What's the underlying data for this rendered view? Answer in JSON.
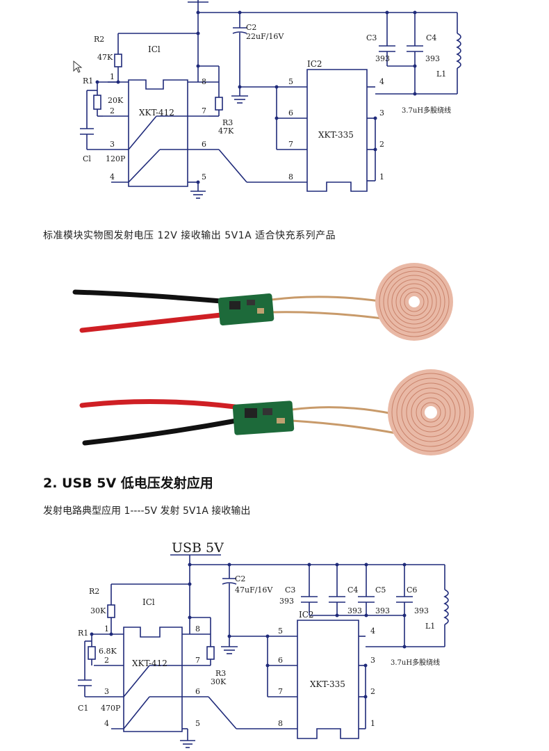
{
  "top_schematic": {
    "ic1_label": "ICl",
    "ic1_part": "XKT-412",
    "ic2_label": "IC2",
    "ic2_part": "XKT-335",
    "r1": "R1",
    "r1_value": "20K",
    "r2": "R2",
    "r2_value": "47K",
    "r3": "R3",
    "r3_value": "47K",
    "c1": "Cl",
    "c1_value": "120P",
    "c2": "C2",
    "c2_value": "22uF/16V",
    "c3": "C3",
    "c3_value": "393",
    "c4": "C4",
    "c4_value": "393",
    "l1": "L1",
    "coil_note": "3.7uH多股绕线",
    "pins": [
      "1",
      "2",
      "3",
      "4",
      "5",
      "6",
      "7",
      "8"
    ]
  },
  "caption": "标准模块实物图发射电压 12V 接收输出 5V1A 适合快充系列产品",
  "section_heading": "2. USB 5V 低电压发射应用",
  "section_sub": "发射电路典型应用 1----5V 发射 5V1A 接收输出",
  "bottom_schematic": {
    "supply": "USB 5V",
    "ic1_label": "ICl",
    "ic1_part": "XKT-412",
    "ic2_label": "IC2",
    "ic2_part": "XKT-335",
    "r1": "R1",
    "r1_value": "6.8K",
    "r2": "R2",
    "r2_value": "30K",
    "r3": "R3",
    "r3_value": "30K",
    "c1": "C1",
    "c1_value": "470P",
    "c2": "C2",
    "c2_value": "47uF/16V",
    "c3": "C3",
    "c3_value": "393",
    "c4": "C4",
    "c4_value": "393",
    "c5": "C5",
    "c5_value": "393",
    "c6": "C6",
    "c6_value": "393",
    "l1": "L1",
    "coil_note": "3.7uH多股绕线"
  }
}
